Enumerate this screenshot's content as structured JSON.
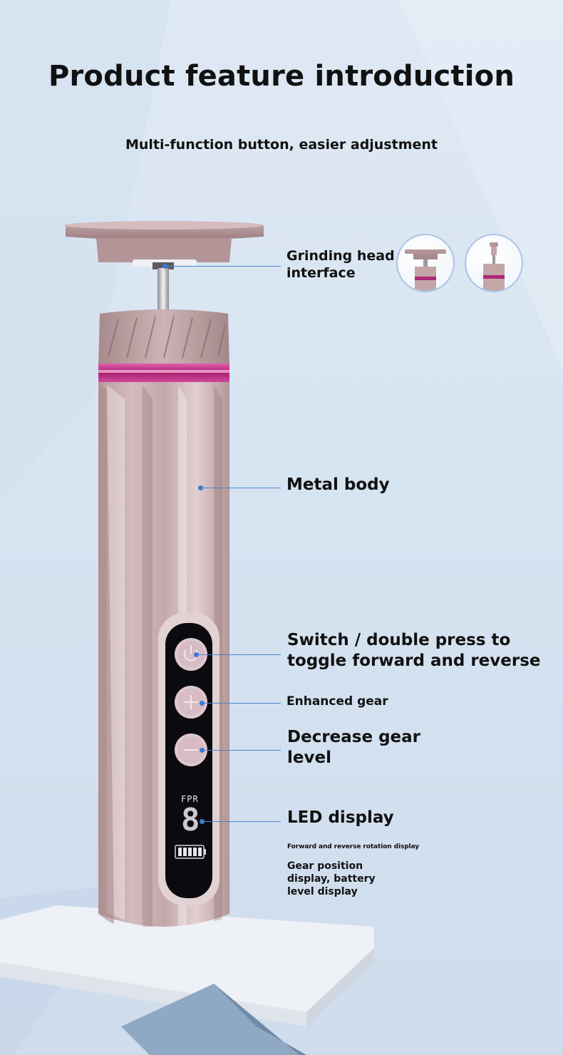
{
  "title": "Product feature introduction",
  "subtitle": "Multi-function button, easier adjustment",
  "features": {
    "grinding_head": "Grinding head interface",
    "metal_body": "Metal body",
    "switch": "Switch / double press to toggle forward and reverse",
    "enhanced_gear": "Enhanced gear",
    "decrease_gear": "Decrease gear level",
    "led_display": "LED display",
    "forward_reverse_note": "Forward and reverse rotation display",
    "gear_battery_note": "Gear position display, battery level display"
  },
  "display": {
    "fpr": "FPR",
    "digit": "8"
  },
  "colors": {
    "body": "#c9aeb0",
    "accent_ring": "#b0287a",
    "panel": "#0b0b0f",
    "leader_line": "#4a86d0"
  }
}
